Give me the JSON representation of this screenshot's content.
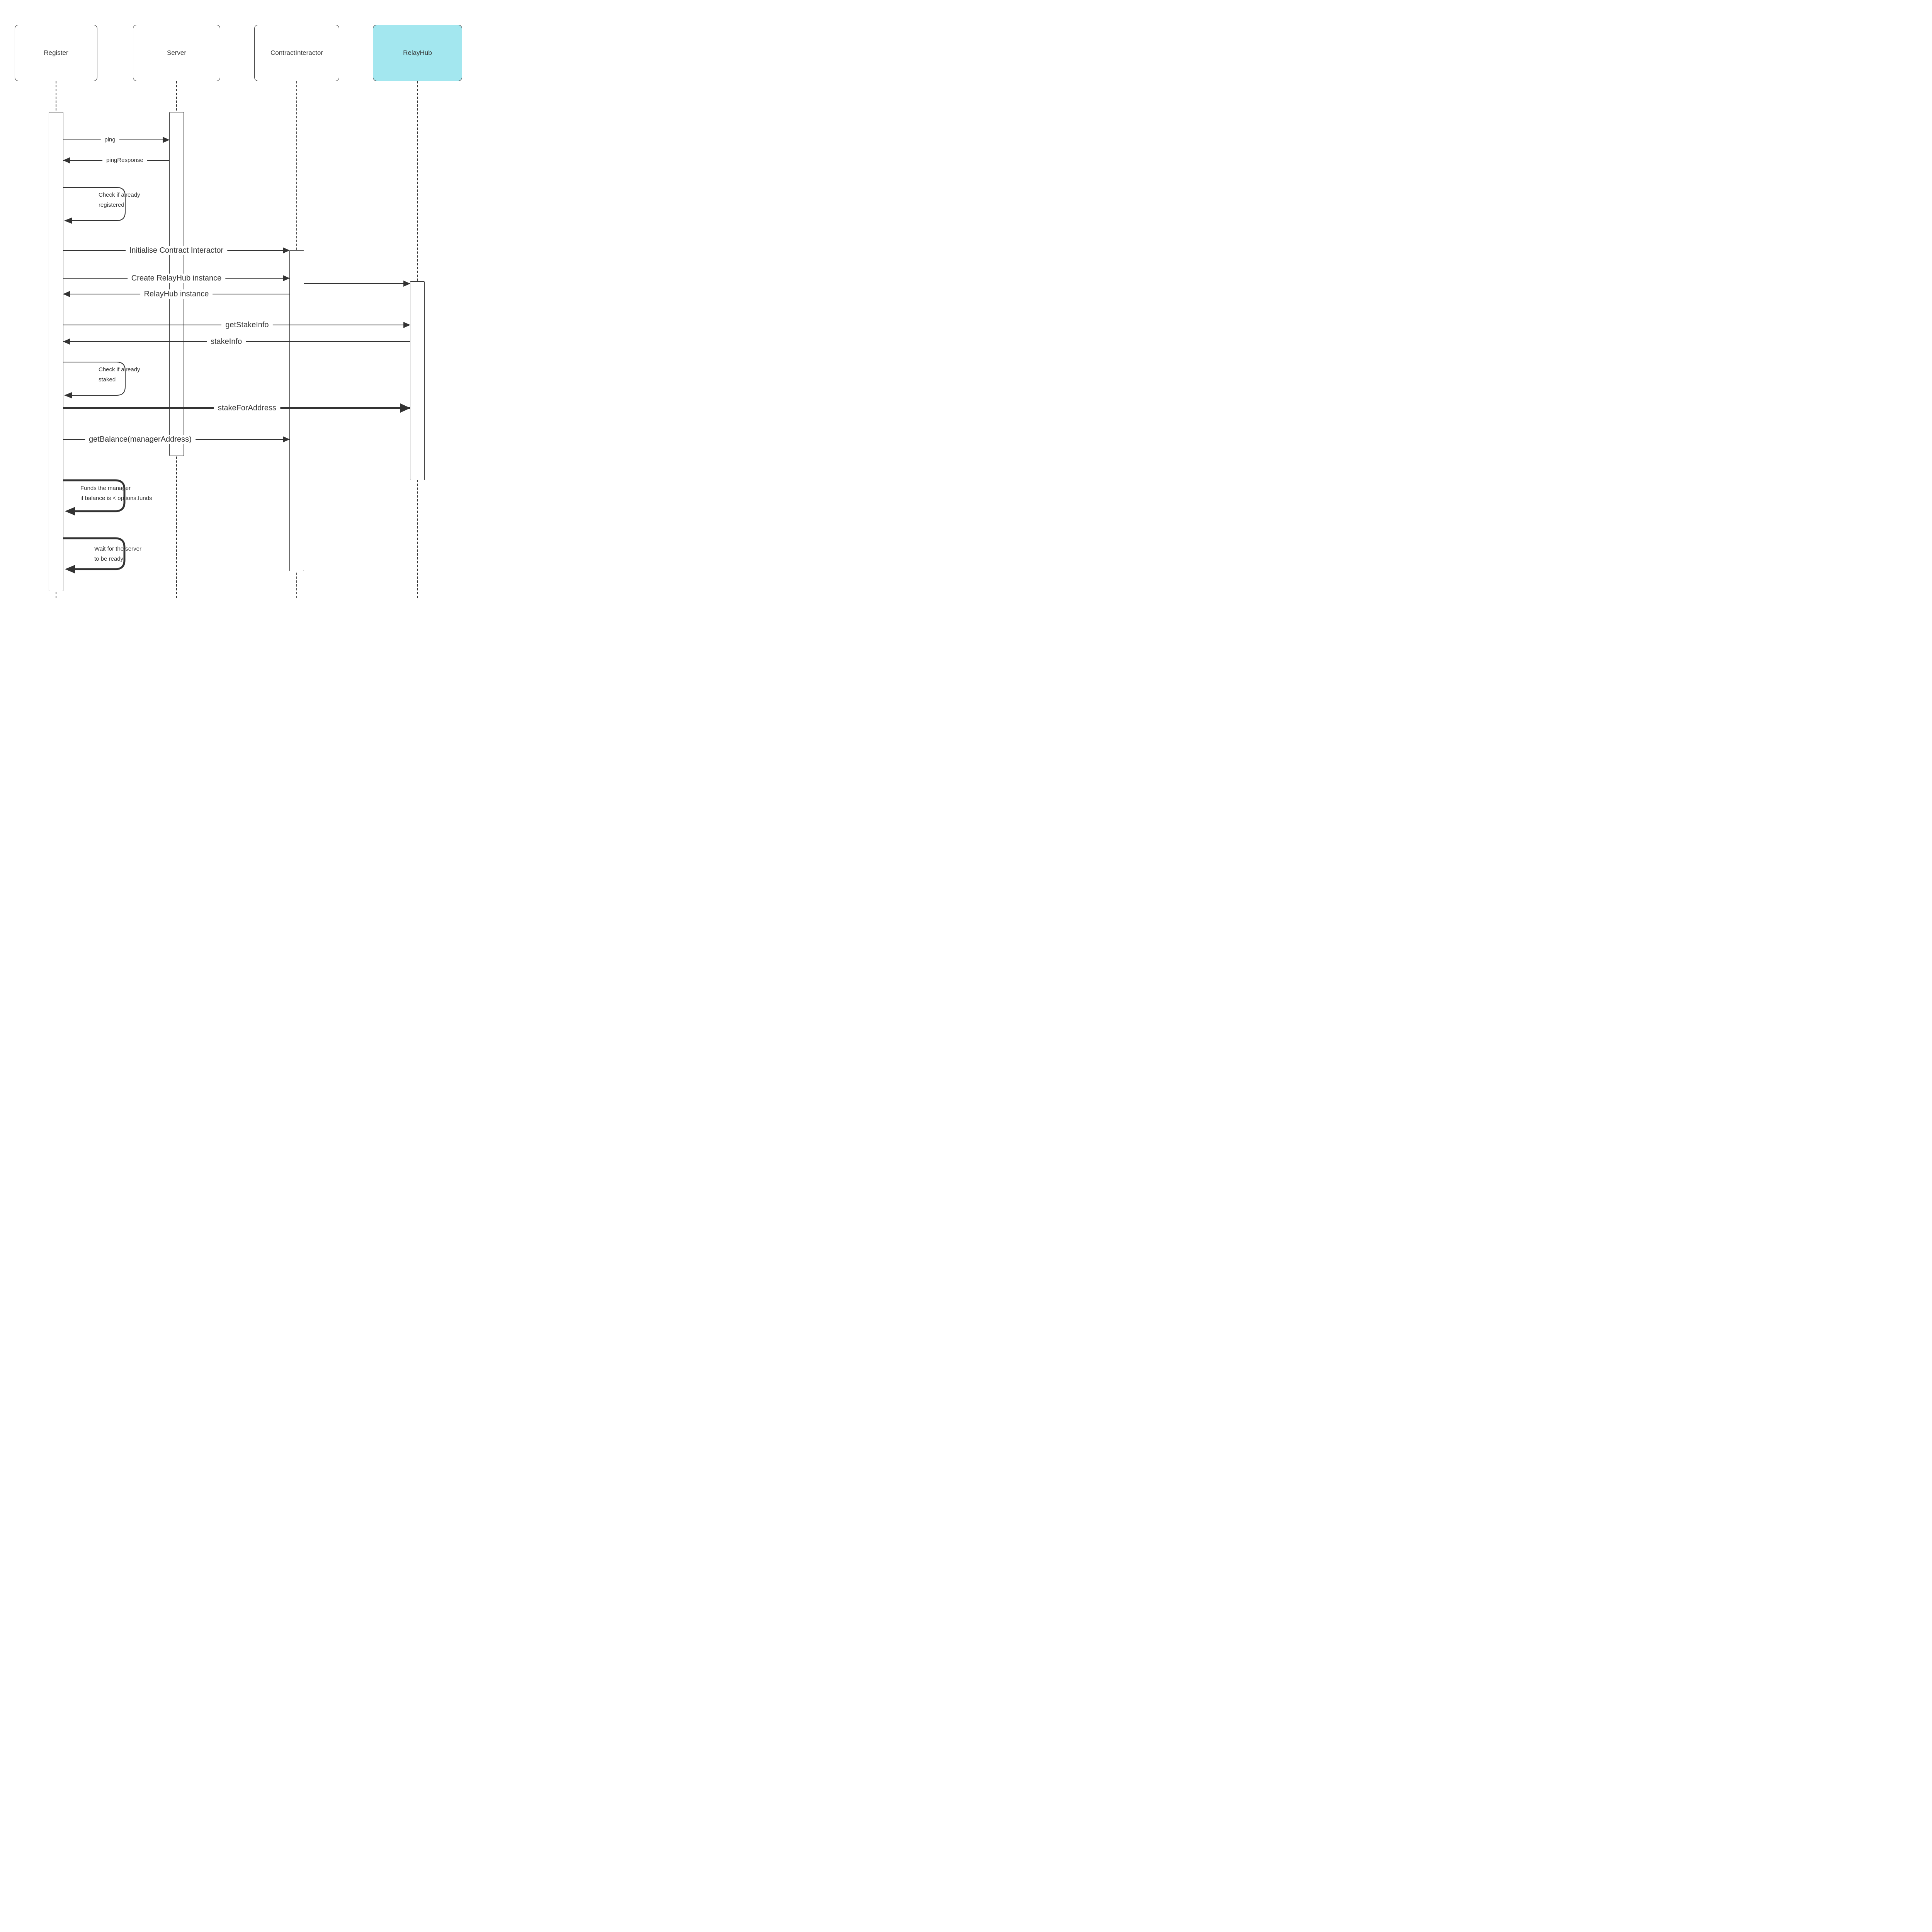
{
  "diagram_type": "sequence",
  "colors": {
    "line": "#333333",
    "participant_border": "#333333",
    "participant_fill": "#ffffff",
    "relayhub_fill": "#a3e7ef"
  },
  "participants": [
    {
      "name": "Register",
      "highlighted": false
    },
    {
      "name": "Server",
      "highlighted": false
    },
    {
      "name": "ContractInteractor",
      "highlighted": false
    },
    {
      "name": "RelayHub",
      "highlighted": true
    }
  ],
  "messages": [
    {
      "label": "ping",
      "from": "Register",
      "to": "Server",
      "style": "solid"
    },
    {
      "label": "pingResponse",
      "from": "Server",
      "to": "Register",
      "style": "solid"
    },
    {
      "lines": [
        "Check if already",
        "registered"
      ],
      "from": "Register",
      "to": "Register",
      "style": "self"
    },
    {
      "label": "Initialise Contract Interactor",
      "from": "Register",
      "to": "ContractInteractor",
      "style": "solid"
    },
    {
      "label": "Create RelayHub instance",
      "from": "Register",
      "to": "ContractInteractor",
      "style": "solid"
    },
    {
      "label": "",
      "from": "ContractInteractor",
      "to": "RelayHub",
      "style": "solid"
    },
    {
      "label": "RelayHub instance",
      "from": "ContractInteractor",
      "to": "Register",
      "style": "solid"
    },
    {
      "label": "getStakeInfo",
      "from": "Register",
      "to": "RelayHub",
      "style": "solid"
    },
    {
      "label": "stakeInfo",
      "from": "RelayHub",
      "to": "Register",
      "style": "solid"
    },
    {
      "lines": [
        "Check if already",
        "staked"
      ],
      "from": "Register",
      "to": "Register",
      "style": "self"
    },
    {
      "label": "stakeForAddress",
      "from": "Register",
      "to": "RelayHub",
      "style": "thick"
    },
    {
      "label": "getBalance(managerAddress)",
      "from": "Register",
      "to": "ContractInteractor",
      "style": "solid"
    },
    {
      "lines": [
        "Funds the manager",
        "if balance is < options.funds"
      ],
      "from": "Register",
      "to": "Register",
      "style": "self-thick"
    },
    {
      "lines": [
        "Wait for the server",
        "to be ready"
      ],
      "from": "Register",
      "to": "Register",
      "style": "self-thick"
    }
  ]
}
